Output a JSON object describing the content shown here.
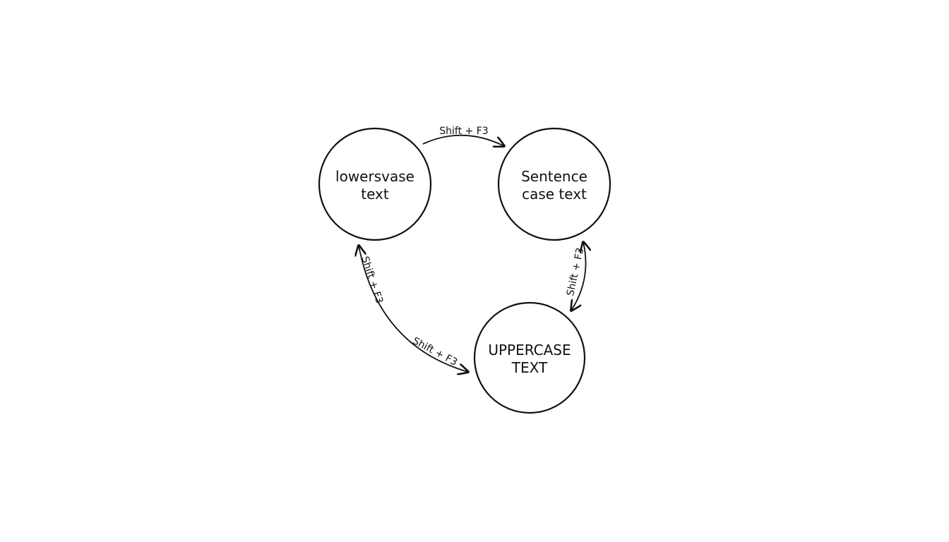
{
  "nodes": {
    "lowercase": {
      "line1": "lowersvase",
      "line2": "text"
    },
    "sentence": {
      "line1": "Sentence",
      "line2": "case text"
    },
    "uppercase": {
      "line1": "UPPERCASE",
      "line2": "TEXT"
    }
  },
  "edges": {
    "lower_to_sentence": {
      "label": "Shift + F3"
    },
    "sentence_to_upper": {
      "label": "Shift + F3"
    },
    "upper_to_lower": {
      "label": "Shift + F3"
    },
    "lower_to_upper": {
      "label": "Shift + F3"
    }
  }
}
